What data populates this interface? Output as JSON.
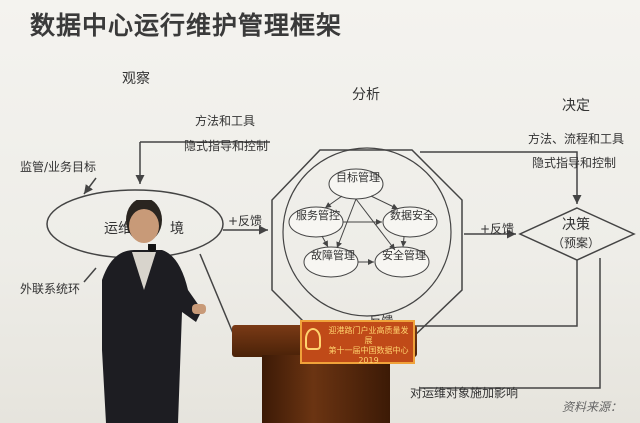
{
  "slide": {
    "title": "数据中心运行维护管理框架",
    "sections": {
      "observe": "观察",
      "analyze": "分析",
      "decide": "决定"
    },
    "labels": {
      "methods_tools": "方法和工具",
      "methods_process_tools": "方法、流程和工具",
      "implicit_guidance_1": "隐式指导和控制",
      "implicit_guidance_2": "隐式指导和控制",
      "supervision_goals": "监管/业务目标",
      "external_systems": "外联系统环",
      "feedback_1": "+反馈",
      "feedback_2": "+反馈",
      "feedback_3": "-反馈",
      "effect_on_objects": "对运维对象施加影响",
      "ops_partial": "运维",
      "ops_partial_tail": "境"
    },
    "nodes": {
      "target_mgmt": "目标管理",
      "service_ctrl": "服务管控",
      "data_security": "数据安全",
      "fault_mgmt": "故障管理",
      "security_mgmt": "安全管理"
    },
    "decision": {
      "line1": "决策",
      "line2": "（预案）"
    },
    "credit": "资料来源："
  },
  "podium": {
    "sign_line1": "迎港路门户业高质量发展",
    "sign_line2": "第十一届中国数据中心",
    "sign_year": "2019"
  }
}
